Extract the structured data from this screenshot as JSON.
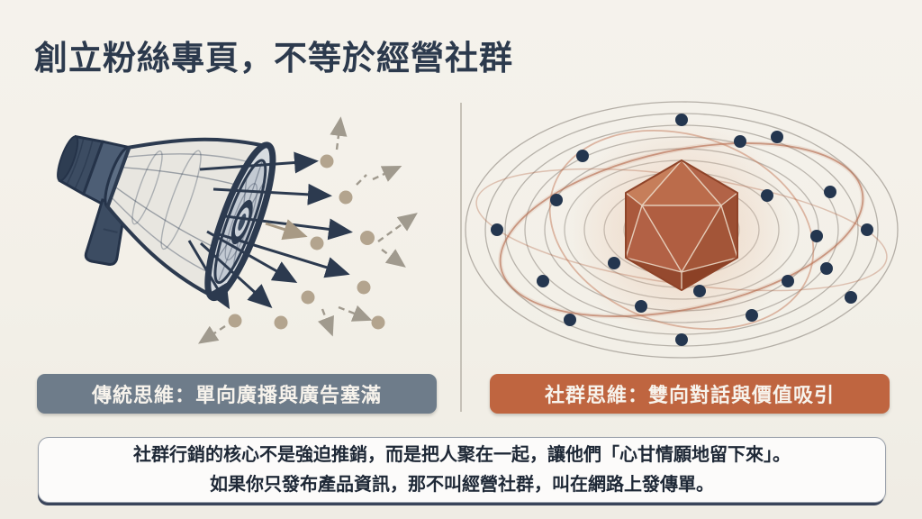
{
  "slide": {
    "title": "創立粉絲專頁，不等於經營社群",
    "left_panel": {
      "caption": "傳統思維：單向廣播與廣告塞滿",
      "illustration": "megaphone-broadcast-to-scattered-dots"
    },
    "right_panel": {
      "caption": "社群思維：雙向對話與價值吸引",
      "illustration": "orbit-network-around-core-polyhedron"
    },
    "summary": {
      "line1": "社群行銷的核心不是強迫推銷，而是把人聚在一起，讓他們「心甘情願地留下來」。",
      "line2": "如果你只發布產品資訊，那不叫經營社群，叫在網路上發傳單。"
    }
  },
  "colors": {
    "background": "#f3f0e8",
    "title_text": "#2c3a4d",
    "traditional_badge": "#6e7c8a",
    "community_badge": "#bf6540",
    "badge_text": "#f7f3ec",
    "summary_box_bg": "#fcfbfa",
    "summary_text": "#1e2836",
    "arrow_navy": "#2c3a4f",
    "audience_dot_tan": "#b3a48e",
    "member_dot_navy": "#24364f",
    "orbit_ring_gray": "#a8a29a",
    "orbit_accent_terracotta": "#b56a48",
    "core_polyhedron": "#a9583a"
  }
}
